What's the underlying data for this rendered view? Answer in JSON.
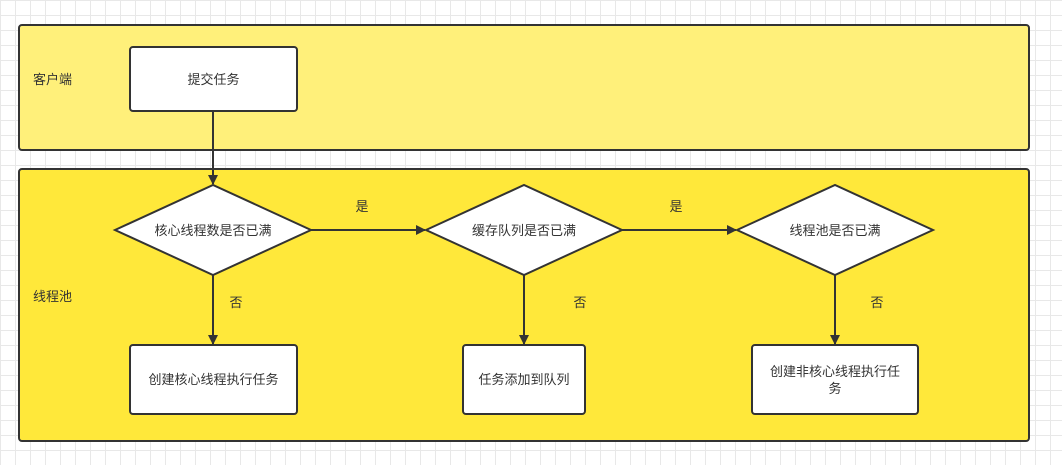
{
  "colors": {
    "client_lane": "#fff07a",
    "pool_lane": "#ffe83a",
    "stroke": "#333333",
    "node_fill": "#ffffff"
  },
  "lanes": {
    "client": {
      "label": "客户端"
    },
    "pool": {
      "label": "线程池"
    }
  },
  "nodes": {
    "submit": "提交任务",
    "core_full": "核心线程数是否已满",
    "queue_full": "缓存队列是否已满",
    "pool_full": "线程池是否已满",
    "create_core": "创建核心线程执行任务",
    "add_queue": "任务添加到队列",
    "create_noncore_line1": "创建非核心线程执行任",
    "create_noncore_line2": "务"
  },
  "edges": {
    "yes1": "是",
    "yes2": "是",
    "no1": "否",
    "no2": "否",
    "no3": "否"
  }
}
